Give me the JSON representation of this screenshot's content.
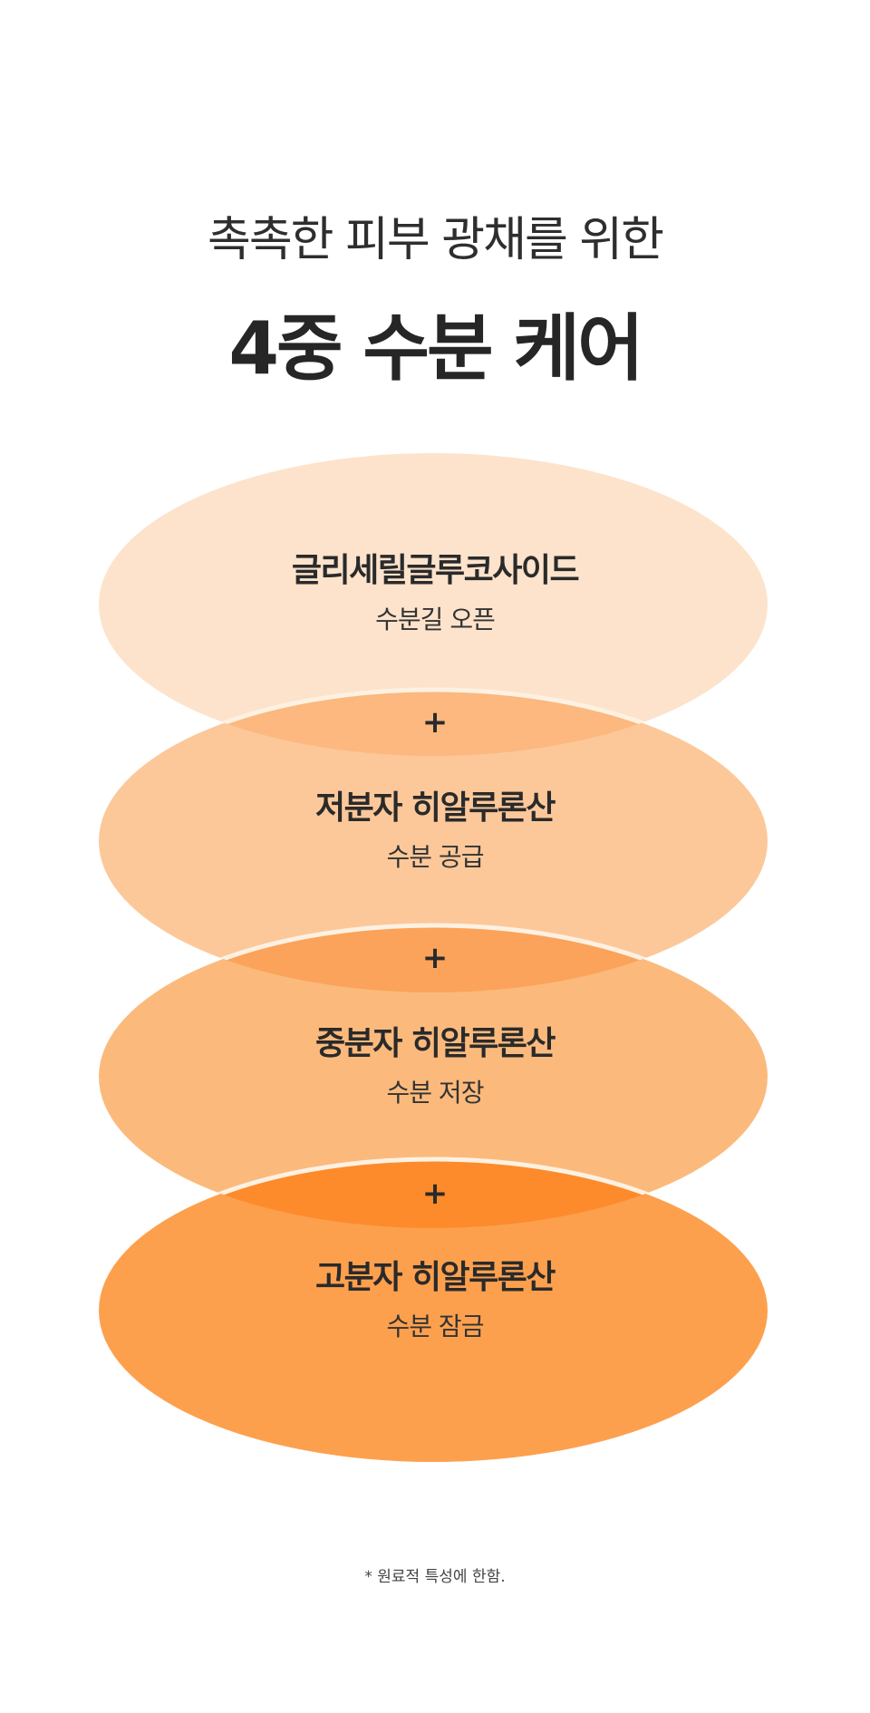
{
  "heading": {
    "line1": "촉촉한 피부 광채를 위한",
    "line2": "4중 수분 케어"
  },
  "layers": [
    {
      "title": "글리세릴글루코사이드",
      "subtitle": "수분길 오픈",
      "color": "#fde3cc"
    },
    {
      "title": "저분자 히알루론산",
      "subtitle": "수분 공급",
      "color": "#fcc89a"
    },
    {
      "title": "중분자 히알루론산",
      "subtitle": "수분 저장",
      "color": "#fbba7c"
    },
    {
      "title": "고분자 히알루론산",
      "subtitle": "수분 잠금",
      "color": "#fda04e"
    }
  ],
  "overlap_colors": [
    "#fcb87e",
    "#fba35a",
    "#fd8b2b"
  ],
  "plus": "+",
  "footnote": "* 원료적 특성에 한함."
}
